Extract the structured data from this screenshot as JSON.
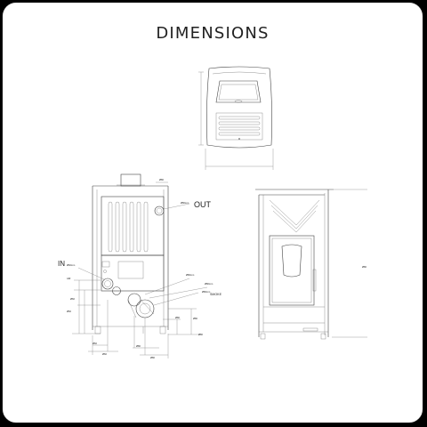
{
  "title": "DIMENSIONS",
  "callouts": {
    "out": "OUT",
    "in": "IN",
    "smoke": "SMOKE"
  }
}
